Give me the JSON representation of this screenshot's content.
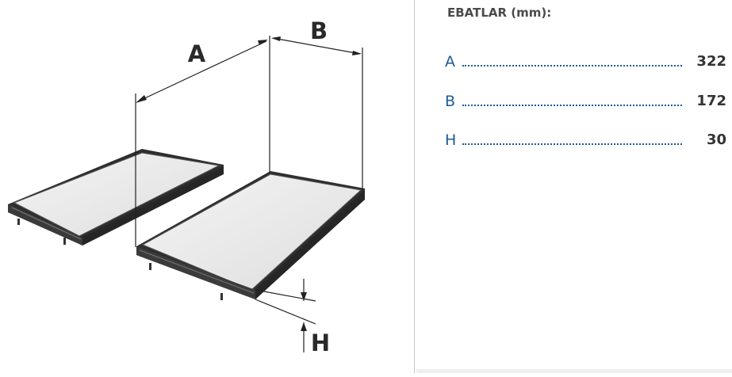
{
  "drawing": {
    "dimension_letters": {
      "a": "A",
      "b": "B",
      "h": "H"
    },
    "colors": {
      "filter_media": "#e9e9e9",
      "filter_frame": "#2b2b2b",
      "lines": "#222222"
    }
  },
  "specs": {
    "title": "EBATLAR (mm):",
    "rows": [
      {
        "label": "A",
        "value": "322"
      },
      {
        "label": "B",
        "value": "172"
      },
      {
        "label": "H",
        "value": "30"
      }
    ],
    "colors": {
      "label": "#1c5a96",
      "value": "#333333"
    }
  }
}
